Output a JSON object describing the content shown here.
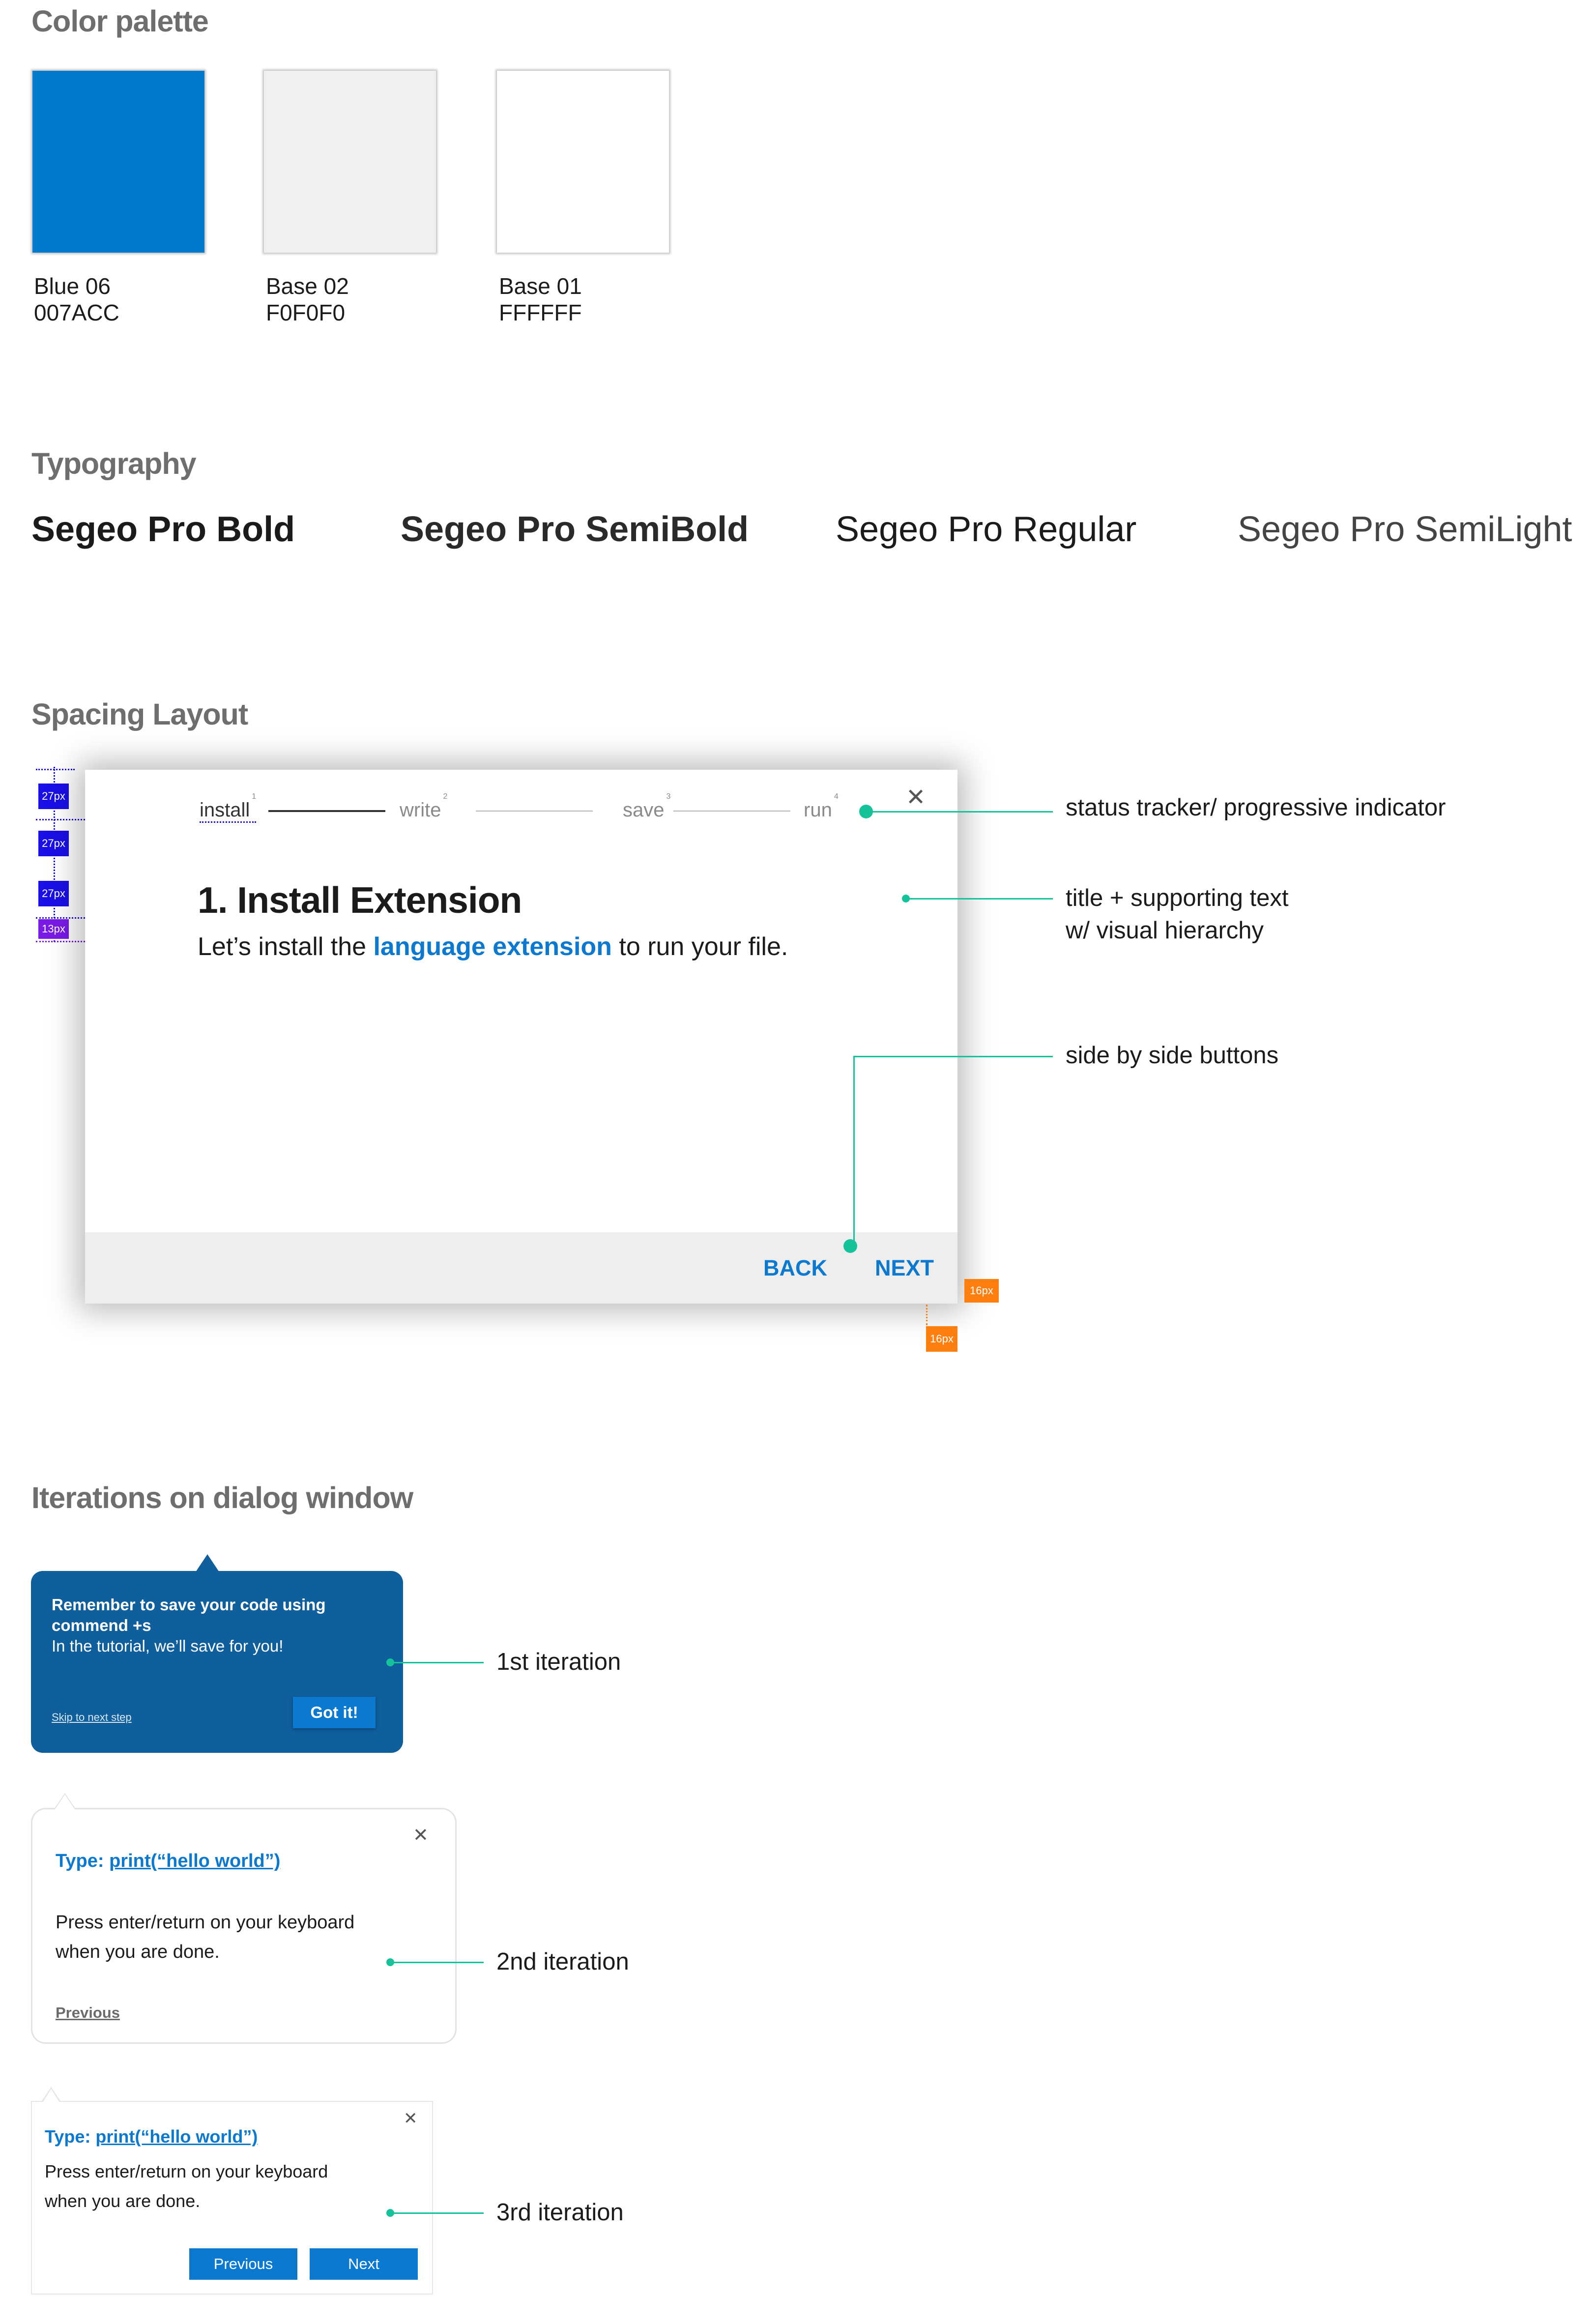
{
  "sections": {
    "color_palette": "Color palette",
    "typography": "Typography",
    "spacing_layout": "Spacing Layout",
    "iterations": "Iterations on dialog window"
  },
  "palette": [
    {
      "name": "Blue 06",
      "hex": "007ACC",
      "color": "#007ACC"
    },
    {
      "name": "Base 02",
      "hex": "F0F0F0",
      "color": "#F0F0F0"
    },
    {
      "name": "Base 01",
      "hex": "FFFFFF",
      "color": "#FFFFFF"
    }
  ],
  "typography": [
    "Segeo Pro Bold",
    "Segeo Pro SemiBold",
    "Segeo Pro Regular",
    "Segeo Pro SemiLight"
  ],
  "dialog": {
    "steps": [
      {
        "label": "install",
        "num": "1"
      },
      {
        "label": "write",
        "num": "2"
      },
      {
        "label": "save",
        "num": "3"
      },
      {
        "label": "run",
        "num": "4"
      }
    ],
    "close": "✕",
    "title": "1. Install Extension",
    "text_before": "Let’s install the ",
    "text_link": "language extension",
    "text_after": " to run your file.",
    "back": "BACK",
    "next": "NEXT"
  },
  "spacing": {
    "a": "27px",
    "b": "27px",
    "c": "27px",
    "d": "13px",
    "e": "16px",
    "f": "16px"
  },
  "annotations": {
    "tracker": "status tracker/ progressive indicator",
    "title_line1": "title + supporting text",
    "title_line2": "w/ visual hierarchy",
    "buttons": "side by side buttons"
  },
  "iteration1": {
    "line1": "Remember to save your code using",
    "line2": "commend +s",
    "line3": "In the tutorial, we’ll save for you!",
    "skip": "Skip to next step",
    "button": "Got it!",
    "label": "1st iteration"
  },
  "iteration2": {
    "type_label": "Type: ",
    "type_code": "print(“hello world”)",
    "line1": "Press enter/return on your keyboard",
    "line2": "when you are done.",
    "previous": "Previous",
    "close": "✕",
    "label": "2nd iteration"
  },
  "iteration3": {
    "type_label": "Type: ",
    "type_code": "print(“hello world”)",
    "line1": "Press enter/return on your keyboard",
    "line2": "when you are done.",
    "previous": "Previous",
    "next": "Next",
    "close": "✕",
    "label": "3rd iteration"
  }
}
